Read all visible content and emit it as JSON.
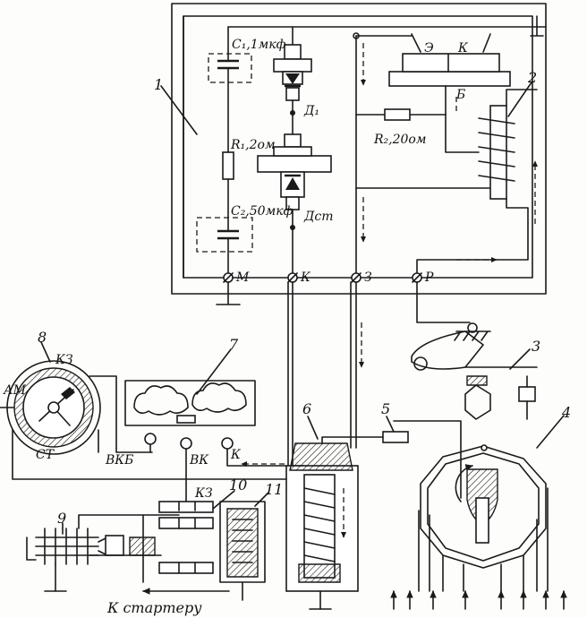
{
  "callouts": [
    "1",
    "2",
    "3",
    "4",
    "5",
    "6",
    "7",
    "8",
    "9",
    "10",
    "11"
  ],
  "components": {
    "c1": "C₁,1мкф",
    "d1": "Д₁",
    "r1": "R₁,2ом",
    "c2": "C₂,50мкф",
    "dst": "Дст",
    "r2": "R₂,20ом",
    "e": "Э",
    "k": "К",
    "b": "Б"
  },
  "terminals": {
    "m": "М",
    "k": "К",
    "z": "З",
    "r": "Р"
  },
  "lower": {
    "kz_top": "КЗ",
    "am": "АМ",
    "st": "СТ",
    "vkb": "ВКБ",
    "vk": "ВК",
    "k": "К",
    "kz_bottom": "КЗ",
    "starter": "К стартеру"
  }
}
